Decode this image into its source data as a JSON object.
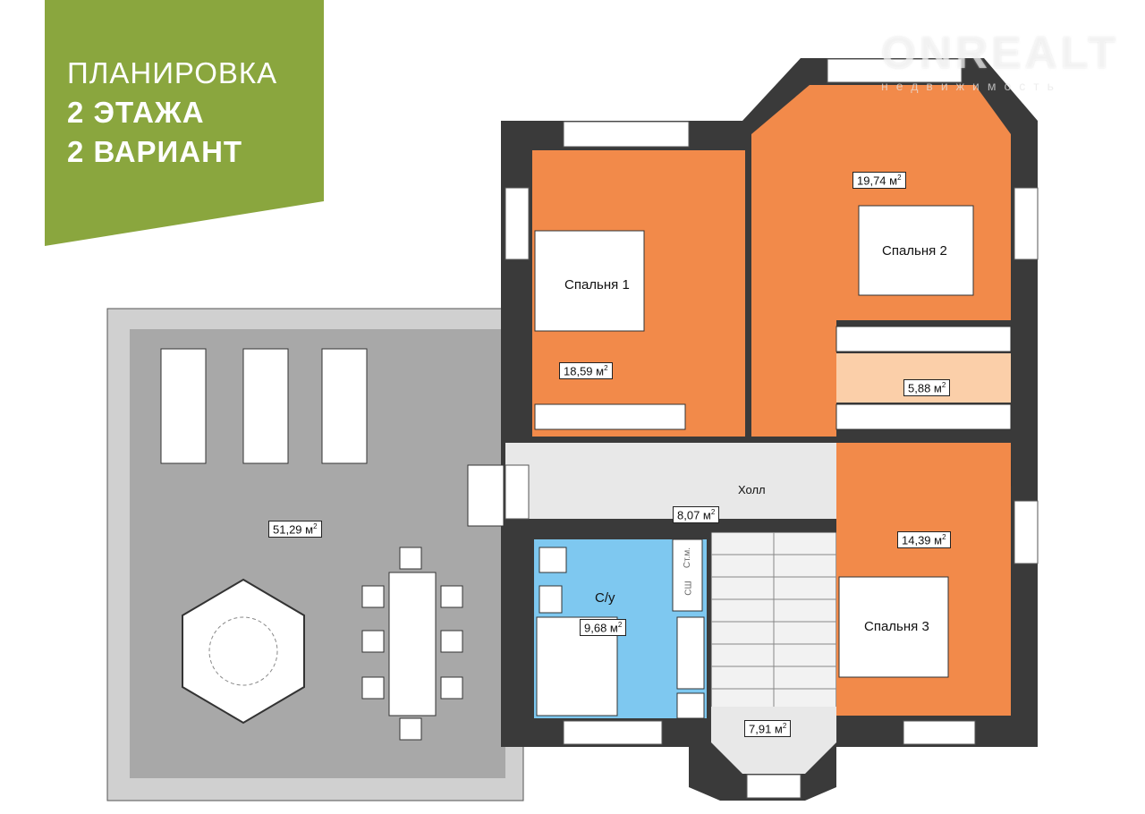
{
  "banner": {
    "line1": "ПЛАНИРОВКА",
    "line2": "2 ЭТАЖА",
    "line3": "2 ВАРИАНТ",
    "color": "#8aa63e"
  },
  "logo": {
    "name": "ONREALT",
    "subtitle": "недвижимость"
  },
  "rooms": [
    {
      "name": "Спальня 1",
      "area": "18,59 м",
      "color": "#f28a4a"
    },
    {
      "name": "Спальня 2",
      "area": "19,74 м",
      "color": "#f28a4a"
    },
    {
      "name": "",
      "area": "5,88 м",
      "color": "#fbcfa9"
    },
    {
      "name": "Холл",
      "area": "8,07 м",
      "color": "#e8e8e8"
    },
    {
      "name": "С/у",
      "area": "9,68 м",
      "color": "#7ec8f0"
    },
    {
      "name": "Спальня 3",
      "area": "14,39 м",
      "color": "#f28a4a"
    },
    {
      "name": "",
      "area": "7,91 м",
      "color": "#e8e8e8"
    },
    {
      "name": "",
      "area": "51,29 м",
      "color": "#a8a8a8"
    }
  ],
  "fixtures": {
    "riser": "Ст.м.",
    "dryer": "СШ"
  },
  "sup": "2"
}
